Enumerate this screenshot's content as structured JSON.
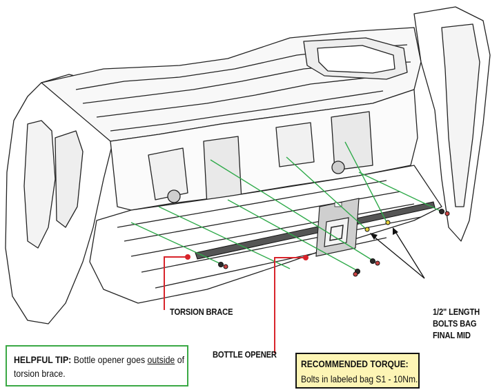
{
  "labels": {
    "torsion_brace": "TORSION BRACE",
    "bottle_opener": "BOTTLE OPENER",
    "bolts_line1": "1/2\" LENGTH",
    "bolts_line2": "BOLTS BAG",
    "bolts_line3": "FINAL MID"
  },
  "tip": {
    "prefix": "HELPFUL TIP:",
    "text_a": " Bottle opener goes ",
    "emphasis": "outside",
    "text_b": " of torsion brace."
  },
  "torque": {
    "title": "RECOMMENDED TORQUE:",
    "text": "Bolts in labeled bag S1 - 10Nm."
  },
  "colors": {
    "leader_red": "#d8232a",
    "guide_green": "#2faa4a",
    "tip_border": "#39a844",
    "torque_fill": "#fdf5b5"
  }
}
